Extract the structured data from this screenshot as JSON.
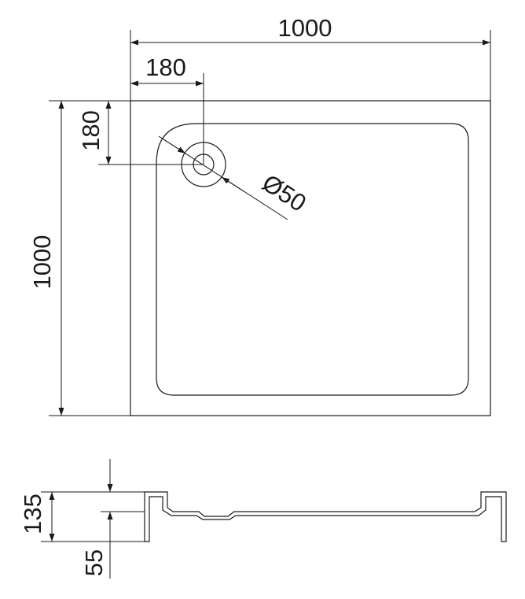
{
  "plan_view": {
    "width_label": "1000",
    "height_label": "1000",
    "drain_x_offset_label": "180",
    "drain_y_offset_label": "180",
    "drain_diameter_label": "Ø50"
  },
  "section_view": {
    "total_height_label": "135",
    "base_height_label": "55"
  },
  "colors": {
    "line": "#1a1a1a",
    "background": "#ffffff"
  }
}
